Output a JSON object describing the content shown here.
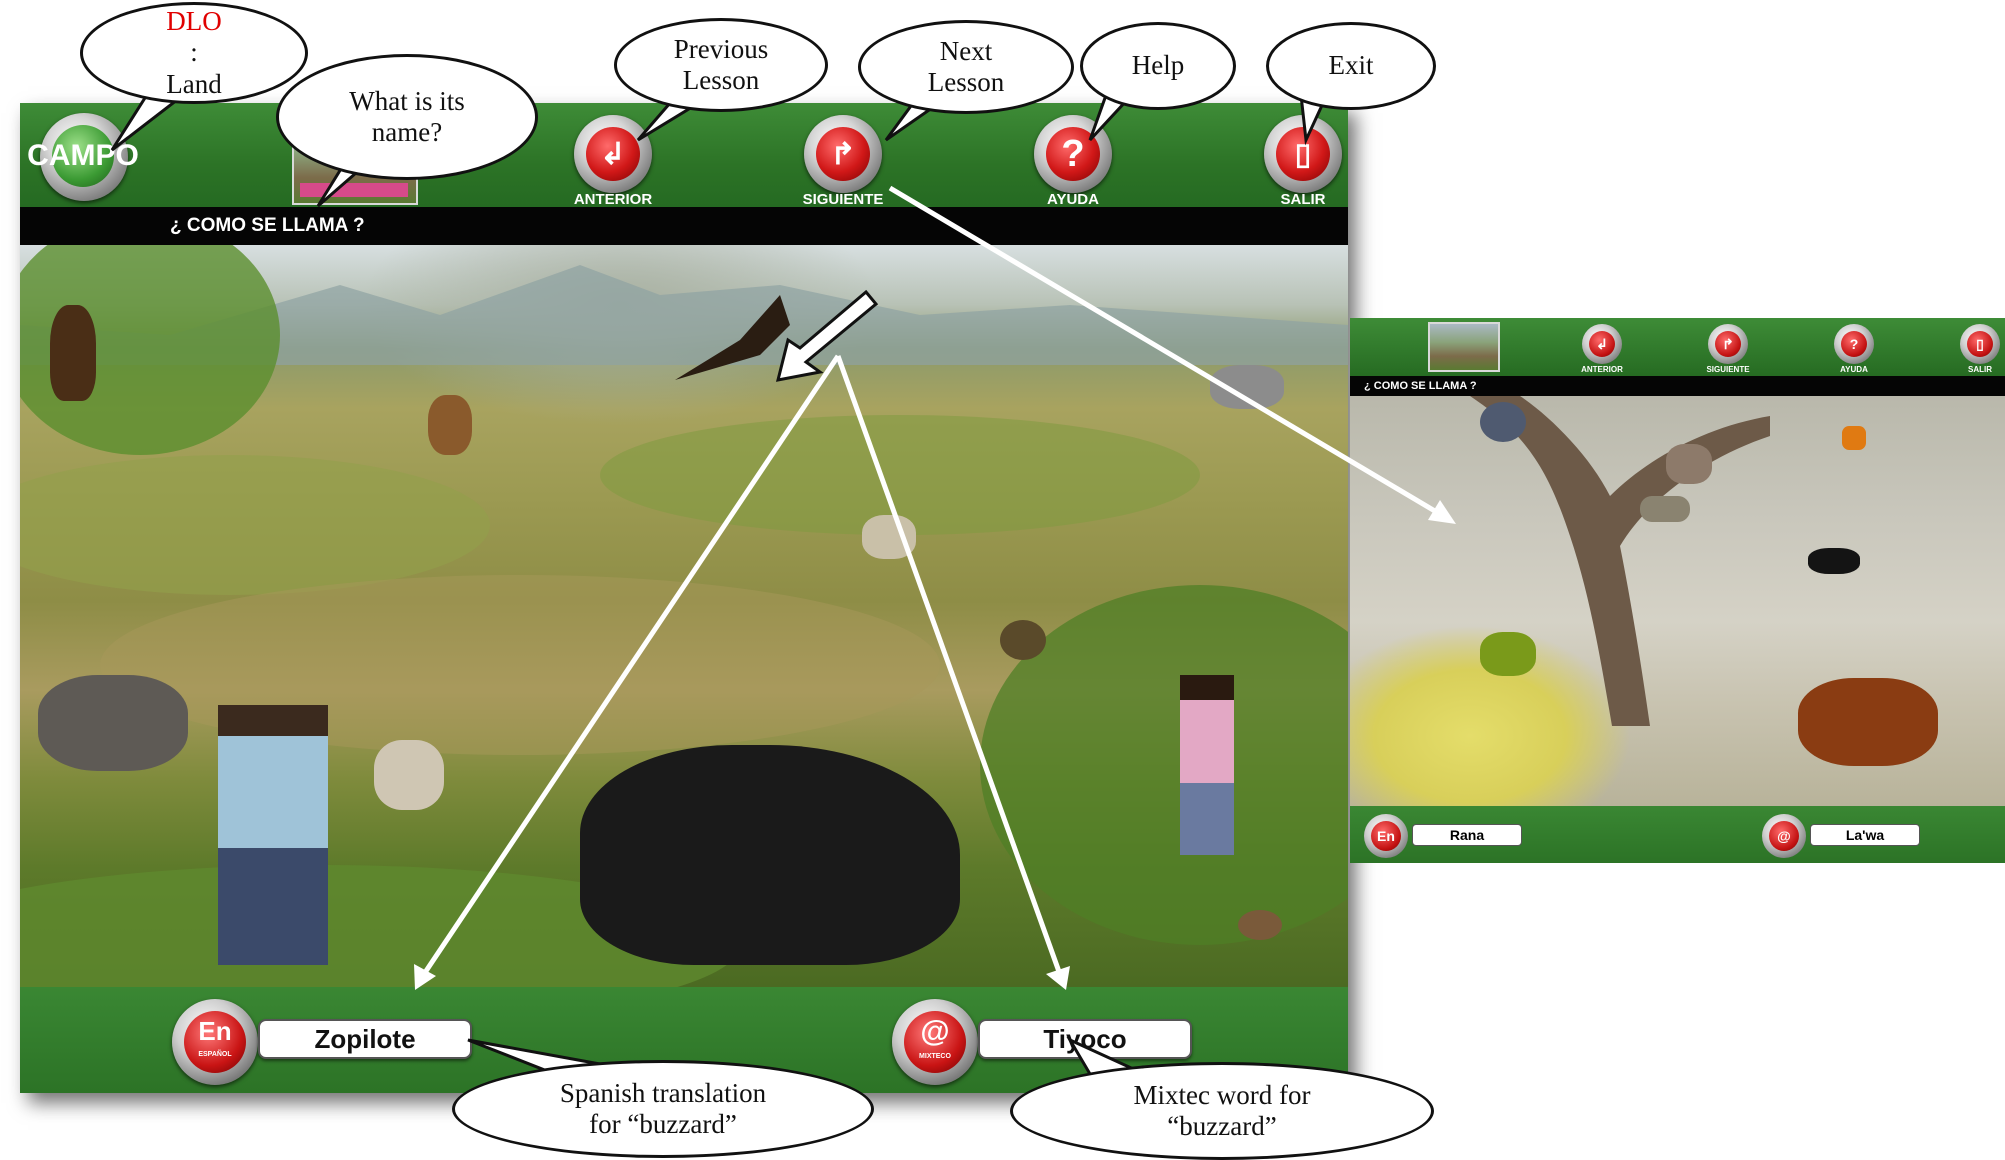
{
  "main": {
    "title_bar": "¿ COMO SE LLAMA ?",
    "nav": {
      "campo_label": "CAMPO",
      "anterior_label": "ANTERIOR",
      "siguiente_label": "SIGUIENTE",
      "ayuda_label": "AYUDA",
      "salir_label": "SALIR"
    },
    "spanish_word": "Zopilote",
    "mixtec_word": "Tiyoco",
    "spanish_icon_text": "En",
    "spanish_icon_sub": "ESPAÑOL",
    "mixtec_icon_sub": "MIXTECO"
  },
  "secondary": {
    "title_bar": "¿ COMO SE LLAMA ?",
    "nav": {
      "anterior_label": "ANTERIOR",
      "siguiente_label": "SIGUIENTE",
      "ayuda_label": "AYUDA",
      "salir_label": "SALIR"
    },
    "spanish_word": "Rana",
    "mixtec_word": "La'wa",
    "spanish_icon_text": "En"
  },
  "annotations": {
    "dlo_prefix": "DLO",
    "dlo_colon": ":",
    "dlo_value": "Land",
    "name_line1": "What is its",
    "name_line2": "name?",
    "prev_line1": "Previous",
    "prev_line2": "Lesson",
    "next_line1": "Next",
    "next_line2": "Lesson",
    "help": "Help",
    "exit": "Exit",
    "spanish_line1": "Spanish translation",
    "spanish_line2": "for “buzzard”",
    "mixtec_line1": "Mixtec word for",
    "mixtec_line2": "“buzzard”"
  },
  "colors": {
    "app_green": "#2f7a2c",
    "button_red": "#c91414",
    "dlo_red": "#e00000"
  }
}
